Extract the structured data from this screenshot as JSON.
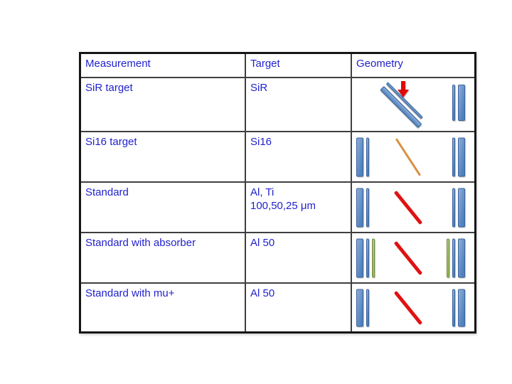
{
  "slide": {
    "background": "#ffffff"
  },
  "colors": {
    "text_blue": "#2222cc",
    "table_outer_border": "#161616",
    "table_inner_border": "#3f3f3f",
    "bar_blue_fill": "#4f81bd",
    "bar_blue_light": "#8cadd8",
    "bar_blue_border": "#3a639b",
    "bar_green_fill": "#9bbb59",
    "bar_green_border": "#71893f",
    "beam_red": "#e01212",
    "beam_orange": "#d9913f",
    "arrow_red": "#dd0c0c"
  },
  "table": {
    "columns": [
      "Measurement",
      "Target",
      "Geometry"
    ],
    "rows": [
      {
        "measurement": "SiR target",
        "target": "SiR",
        "geometry": {
          "icons": [
            "tilted-double-bar-target",
            "red-down-arrow",
            "vertical-bar-pair-right"
          ],
          "tilted_target": true,
          "arrow": "red-down-arrow",
          "left_bars": [],
          "beam": null,
          "right_bars": [
            "blue-thin",
            "blue-wide"
          ]
        }
      },
      {
        "measurement": "Si16 target",
        "target": "Si16",
        "geometry": {
          "icons": [
            "vertical-bar-pair-left",
            "orange-beam-line",
            "vertical-bar-pair-right"
          ],
          "tilted_target": false,
          "arrow": null,
          "left_bars": [
            "blue-wide",
            "blue-thin"
          ],
          "beam": "orange-thin",
          "right_bars": [
            "blue-thin",
            "blue-wide"
          ]
        }
      },
      {
        "measurement": "Standard",
        "target": "Al, Ti\n100,50,25 μm",
        "geometry": {
          "icons": [
            "vertical-bar-pair-left",
            "red-beam-line",
            "vertical-bar-pair-right"
          ],
          "tilted_target": false,
          "arrow": null,
          "left_bars": [
            "blue-wide",
            "blue-thin"
          ],
          "beam": "red-thick",
          "right_bars": [
            "blue-thin",
            "blue-wide"
          ]
        }
      },
      {
        "measurement": "Standard with absorber",
        "target": "Al 50",
        "geometry": {
          "icons": [
            "vertical-bar-trio-left-with-green",
            "red-beam-line",
            "vertical-bar-trio-right-with-green"
          ],
          "tilted_target": false,
          "arrow": null,
          "left_bars": [
            "blue-wide",
            "blue-thin",
            "green-thin"
          ],
          "beam": "red-thick",
          "right_bars": [
            "green-thin",
            "blue-thin",
            "blue-wide"
          ]
        }
      },
      {
        "measurement": "Standard with mu+",
        "target": "Al 50",
        "geometry": {
          "icons": [
            "vertical-bar-pair-left",
            "red-beam-line",
            "vertical-bar-pair-right"
          ],
          "tilted_target": false,
          "arrow": null,
          "left_bars": [
            "blue-wide",
            "blue-thin"
          ],
          "beam": "red-thick",
          "right_bars": [
            "blue-thin",
            "blue-wide"
          ]
        }
      }
    ]
  }
}
